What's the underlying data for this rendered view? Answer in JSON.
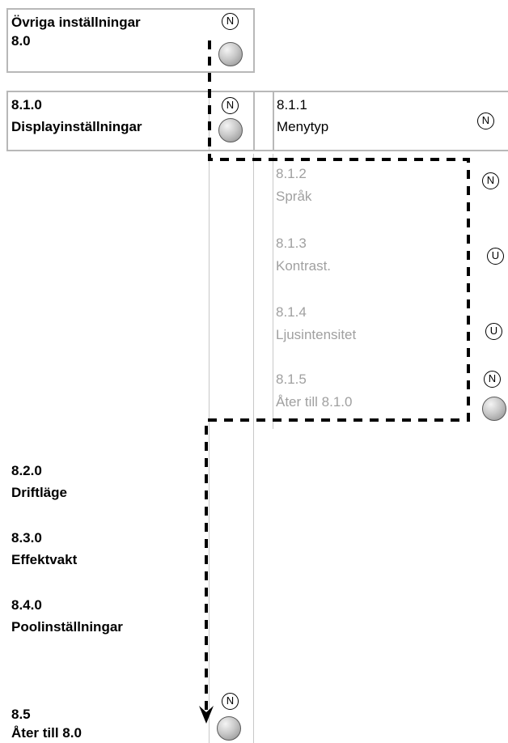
{
  "main": {
    "number": "8.0",
    "title": "Övriga inställningar"
  },
  "display": {
    "number": "8.1.0",
    "title": "Displayinställningar"
  },
  "menytyp": {
    "number": "8.1.1",
    "title": "Menytyp",
    "button": "N"
  },
  "sub_items": [
    {
      "number": "8.1.2",
      "title": "Språk",
      "button": "N"
    },
    {
      "number": "8.1.3",
      "title": "Kontrast.",
      "button": "U"
    },
    {
      "number": "8.1.4",
      "title": "Ljusintensitet",
      "button": "U"
    },
    {
      "number": "8.1.5",
      "title": "Åter till 8.1.0",
      "button": "N"
    }
  ],
  "left_items": [
    {
      "number": "8.2.0",
      "title": "Driftläge"
    },
    {
      "number": "8.3.0",
      "title": "Effektvakt"
    },
    {
      "number": "8.4.0",
      "title": "Poolinställningar"
    },
    {
      "number": "8.5",
      "title": "Åter till 8.0"
    }
  ],
  "buttons": {
    "n": "N",
    "u": "U"
  }
}
